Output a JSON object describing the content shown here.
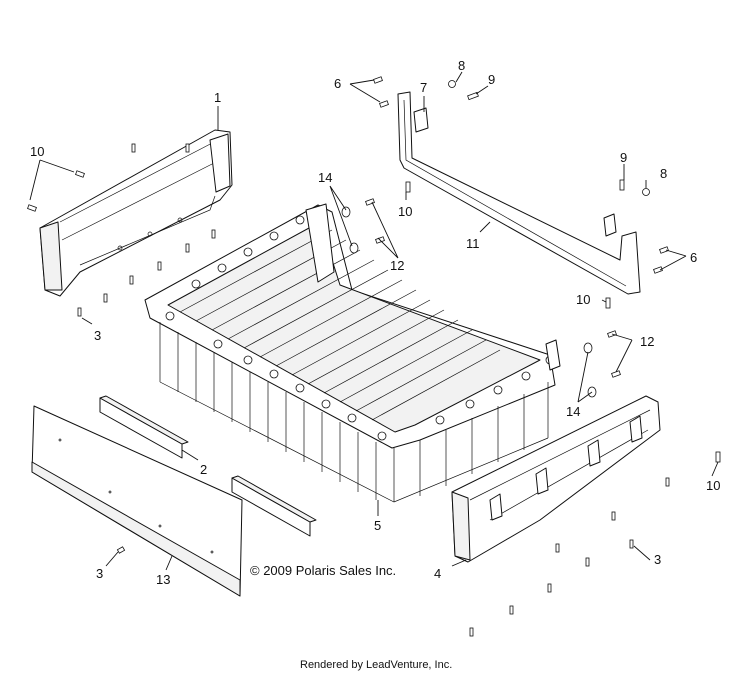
{
  "callouts": {
    "c1": "1",
    "c2": "2",
    "c3a": "3",
    "c3b": "3",
    "c3c": "3",
    "c4": "4",
    "c5": "5",
    "c6a": "6",
    "c6b": "6",
    "c7": "7",
    "c8a": "8",
    "c8b": "8",
    "c9a": "9",
    "c9b": "9",
    "c10a": "10",
    "c10b": "10",
    "c10c": "10",
    "c10d": "10",
    "c11": "11",
    "c12a": "12",
    "c12b": "12",
    "c13": "13",
    "c14a": "14",
    "c14b": "14"
  },
  "copyright": "© 2009 Polaris Sales Inc.",
  "footer": "Rendered by LeadVenture, Inc."
}
